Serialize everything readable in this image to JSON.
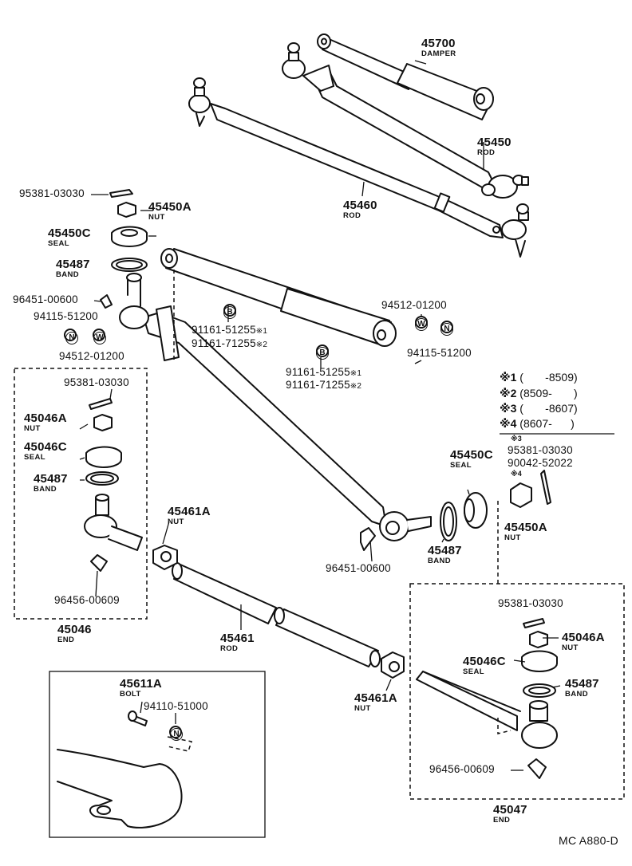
{
  "parts": {
    "p45700": {
      "num": "45700",
      "name": "DAMPER"
    },
    "p45450": {
      "num": "45450",
      "name": "ROD"
    },
    "p45460": {
      "num": "45460",
      "name": "ROD"
    },
    "cotter_top": {
      "num": "95381-03030"
    },
    "p45450A_top": {
      "num": "45450A",
      "name": "NUT"
    },
    "p45450C_top": {
      "num": "45450C",
      "name": "SEAL"
    },
    "p45487_top": {
      "num": "45487",
      "name": "BAND"
    },
    "grease_top": {
      "num": "96451-00600"
    },
    "nut_left": {
      "num": "94115-51200",
      "symbol": "N"
    },
    "washer_left": {
      "num": "94512-01200",
      "symbol": "W"
    },
    "washer_right": {
      "num": "94512-01200",
      "symbol": "W"
    },
    "nut_right": {
      "num": "94115-51200",
      "symbol": "N"
    },
    "bolt_upper": {
      "symbol": "B",
      "num1": "91161-51255",
      "mark1": "※1",
      "num2": "91161-71255",
      "mark2": "※2"
    },
    "bolt_lower": {
      "symbol": "B",
      "num1": "91161-51255",
      "mark1": "※1",
      "num2": "91161-71255",
      "mark2": "※2"
    },
    "left_box": {
      "cotter": {
        "num": "95381-03030"
      },
      "nut": {
        "num": "45046A",
        "name": "NUT"
      },
      "seal": {
        "num": "45046C",
        "name": "SEAL"
      },
      "band": {
        "num": "45487",
        "name": "BAND"
      },
      "grease": {
        "num": "96456-00609"
      },
      "assembly": {
        "num": "45046",
        "name": "END"
      }
    },
    "legend": {
      "rows": [
        {
          "mark": "※1",
          "range": "(       -8509)"
        },
        {
          "mark": "※2",
          "range": "(8509-       )"
        },
        {
          "mark": "※3",
          "range": "(       -8607)"
        },
        {
          "mark": "※4",
          "range": "(8607-      )"
        }
      ]
    },
    "right_cotter": {
      "mark3": "※3",
      "num1": "95381-03030",
      "num2": "90042-52022",
      "mark4": "※4"
    },
    "p45450C_right": {
      "num": "45450C",
      "name": "SEAL"
    },
    "p45450A_right": {
      "num": "45450A",
      "name": "NUT"
    },
    "p45487_right": {
      "num": "45487",
      "name": "BAND"
    },
    "grease_mid": {
      "num": "96451-00600"
    },
    "nut_45461A_top": {
      "num": "45461A",
      "name": "NUT"
    },
    "rod_45461": {
      "num": "45461",
      "name": "ROD"
    },
    "nut_45461A_bottom": {
      "num": "45461A",
      "name": "NUT"
    },
    "bottom_box": {
      "bolt": {
        "num": "45611A",
        "name": "BOLT"
      },
      "nut": {
        "num": "94110-51000",
        "symbol": "N"
      }
    },
    "right_box": {
      "cotter": {
        "num": "95381-03030"
      },
      "nut": {
        "num": "45046A",
        "name": "NUT"
      },
      "seal": {
        "num": "45046C",
        "name": "SEAL"
      },
      "band": {
        "num": "45487",
        "name": "BAND"
      },
      "grease": {
        "num": "96456-00609"
      },
      "assembly": {
        "num": "45047",
        "name": "END"
      }
    }
  },
  "footer": {
    "ref": "MC A880-D"
  }
}
